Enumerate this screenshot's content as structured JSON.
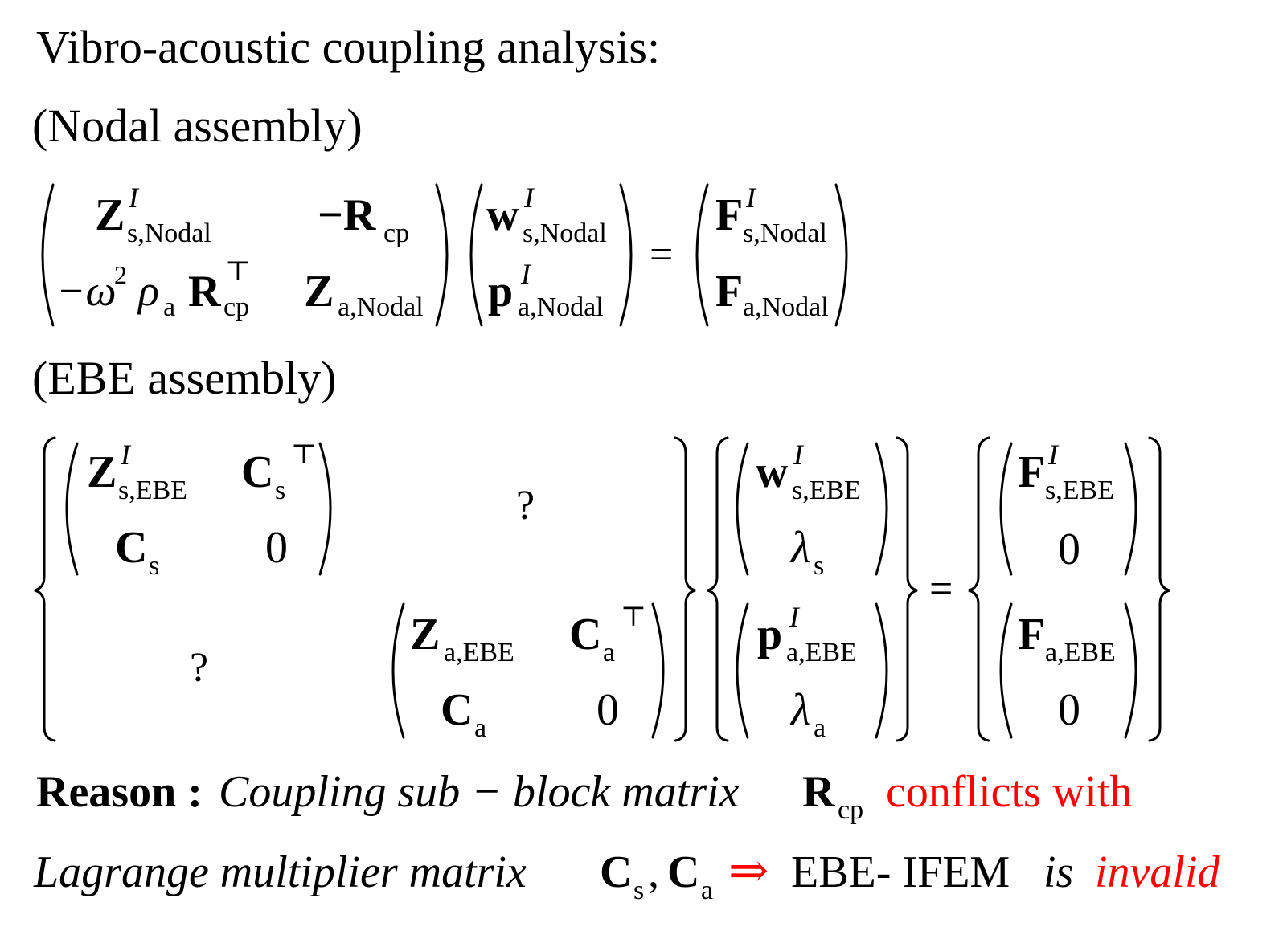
{
  "title": "Vibro-acoustic coupling analysis:",
  "nodal": {
    "heading": "(Nodal  assembly)",
    "matrix": {
      "a11": "Z",
      "a11_sup": "I",
      "a11_sub": "s,Nodal",
      "a12": "−R",
      "a12_sub": "cp",
      "a21_prefix": "−ω",
      "a21_exp": "2",
      "a21_rho": "ρ",
      "a21_rho_sub": "a",
      "a21": "R",
      "a21_sup": "⊤",
      "a21_sub": "cp",
      "a22": "Z",
      "a22_sub": "a,Nodal"
    },
    "vector": {
      "v1": "w",
      "v1_sup": "I",
      "v1_sub": "s,Nodal",
      "v2": "p",
      "v2_sup": "I",
      "v2_sub": "a,Nodal"
    },
    "equals": "=",
    "rhs": {
      "f1": "F",
      "f1_sup": "I",
      "f1_sub": "s,Nodal",
      "f2": "F",
      "f2_sub": "a,Nodal"
    }
  },
  "ebe": {
    "heading": "(EBE  assembly)",
    "block_s": {
      "a11": "Z",
      "a11_sup": "I",
      "a11_sub": "s,EBE",
      "a12": "C",
      "a12_sub": "s",
      "a12_sup": "⊤",
      "a21": "C",
      "a21_sub": "s",
      "a22": "0"
    },
    "unknown_top": "?",
    "unknown_bottom": "?",
    "block_a": {
      "a11": "Z",
      "a11_sub": "a,EBE",
      "a12": "C",
      "a12_sub": "a",
      "a12_sup": "⊤",
      "a21": "C",
      "a21_sub": "a",
      "a22": "0"
    },
    "vec_s": {
      "v1": "w",
      "v1_sup": "I",
      "v1_sub": "s,EBE",
      "v2": "λ",
      "v2_sub": "s"
    },
    "vec_a": {
      "v1": "p",
      "v1_sup": "I",
      "v1_sub": "a,EBE",
      "v2": "λ",
      "v2_sub": "a"
    },
    "equals": "=",
    "rhs_s": {
      "f1": "F",
      "f1_sup": "I",
      "f1_sub": "s,EBE",
      "f2": "0"
    },
    "rhs_a": {
      "f1": "F",
      "f1_sub": "a,EBE",
      "f2": "0"
    }
  },
  "reason": {
    "label": "Reason :",
    "text1": "Coupling sub − block matrix",
    "mat": "R",
    "mat_sub": "cp",
    "conflict": "conflicts with",
    "text2": "Lagrange multiplier matrix",
    "c1": "C",
    "c1_sub": "s",
    "comma": ",",
    "c2": "C",
    "c2_sub": "a",
    "arrow": "⇒",
    "method": "EBE- IFEM",
    "is": "is",
    "invalid": "invalid"
  },
  "colors": {
    "text": "#000000",
    "highlight": "#ff0000"
  }
}
